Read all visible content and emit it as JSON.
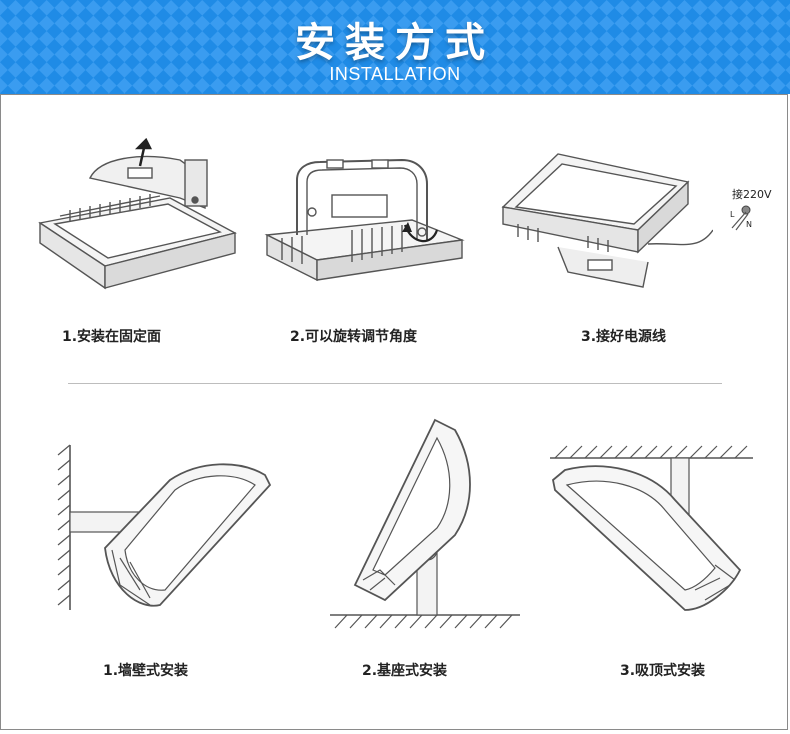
{
  "header": {
    "title": "安装方式",
    "subtitle": "INSTALLATION"
  },
  "steps": [
    {
      "label": "1.安装在固定面"
    },
    {
      "label": "2.可以旋转调节角度"
    },
    {
      "label": "3.接好电源线"
    }
  ],
  "wiring_note": "接220V",
  "wire_labels": [
    "L",
    "N"
  ],
  "mounts": [
    {
      "label": "1.墙壁式安装"
    },
    {
      "label": "2.基座式安装"
    },
    {
      "label": "3.吸顶式安装"
    }
  ],
  "colors": {
    "banner_blue": "#1f8be6",
    "line_art": "#555555"
  }
}
